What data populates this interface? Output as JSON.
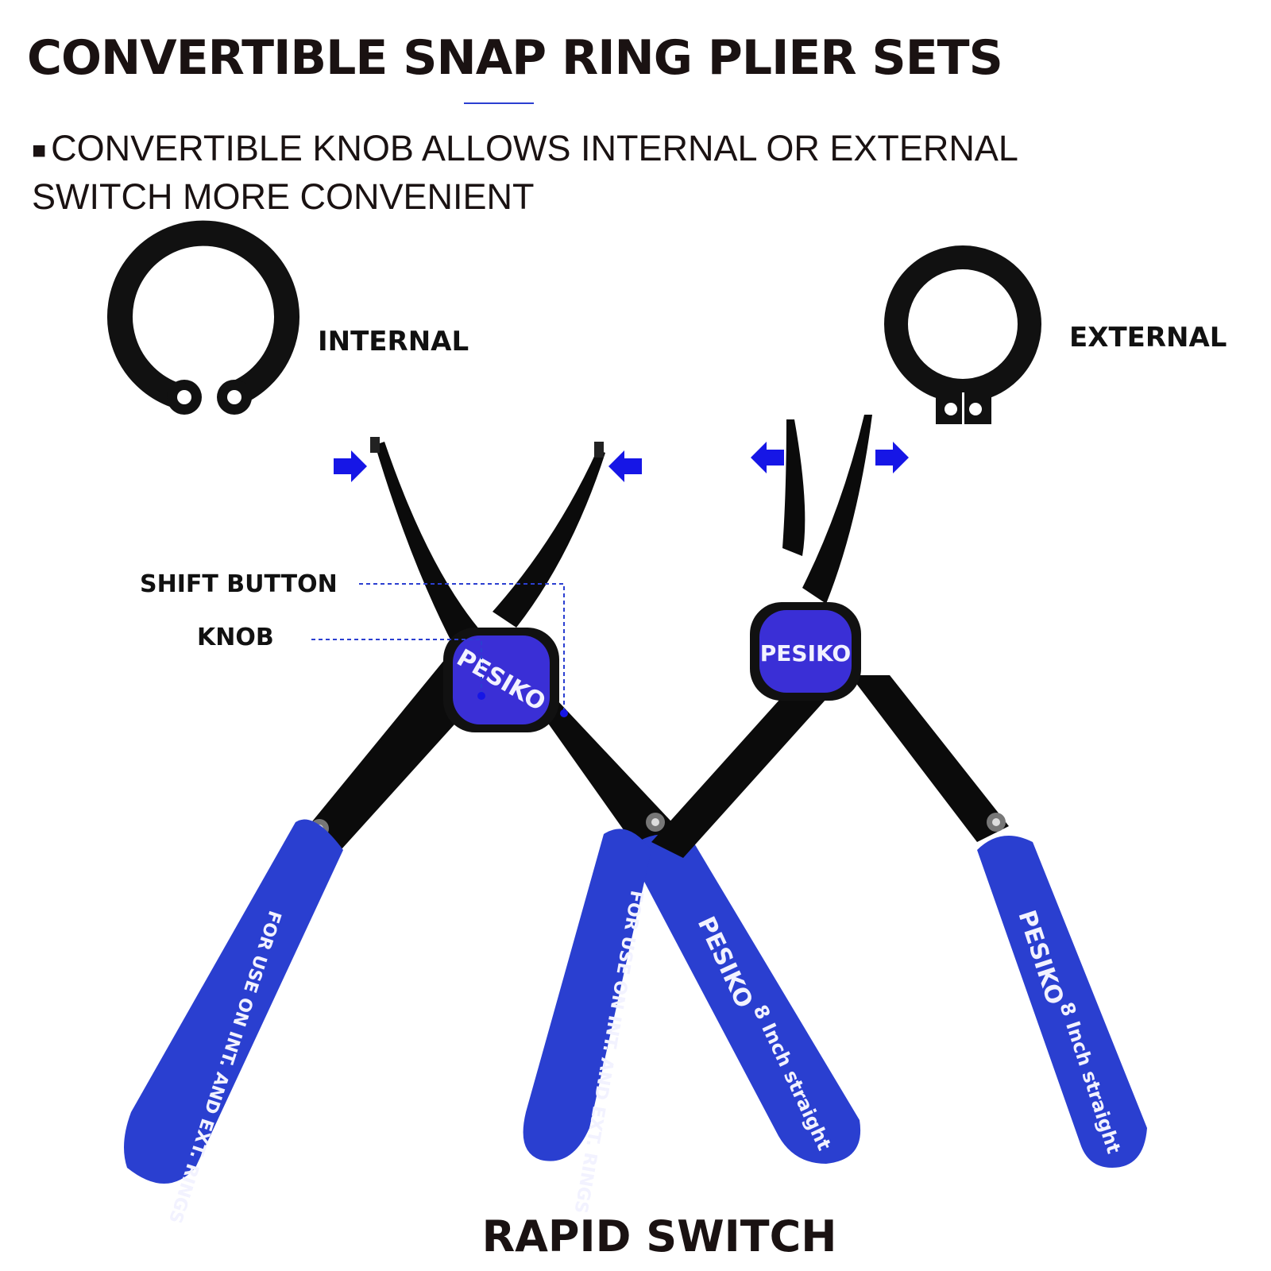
{
  "title": "CONVERTIBLE SNAP RING PLIER SETS",
  "bullet": "CONVERTIBLE KNOB ALLOWS INTERNAL OR EXTERNAL SWITCH MORE CONVENIENT",
  "labels": {
    "internal": "INTERNAL",
    "external": "EXTERNAL",
    "shift_button": "SHIFT BUTTON",
    "knob": "KNOB"
  },
  "footer": "RAPID SWITCH",
  "brand": "PESIKO",
  "handle_texts": {
    "usage": "FOR USE ON INT. AND EXT. RINGS",
    "size": "8 Inch straight"
  },
  "colors": {
    "handle_blue": "#2a3fd0",
    "arrow_blue": "#1616e6",
    "knob_blue": "#3a2fd6",
    "text_dark": "#1a1212"
  },
  "icons": {
    "internal_ring": "internal-snap-ring-icon",
    "external_ring": "external-snap-ring-icon",
    "arrows": "arrow-icon"
  }
}
